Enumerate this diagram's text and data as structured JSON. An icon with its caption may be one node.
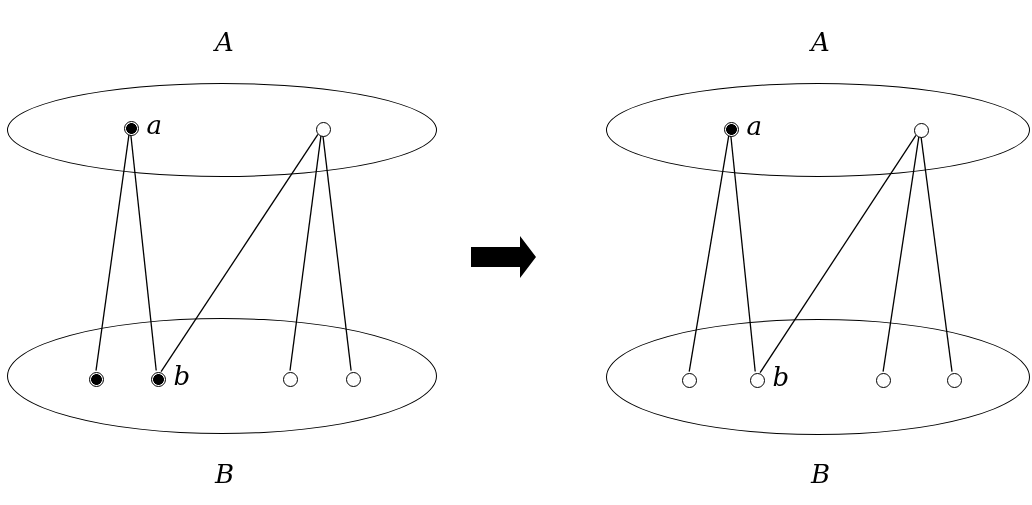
{
  "diagram": {
    "nodes": [
      {
        "text": [
          "A"
        ]
      },
      {
        "text": [],
        "shape": "circle",
        "beside": [
          "a"
        ],
        "in": 0
      },
      {
        "text": [],
        "shape": "circle",
        "in": 0
      },
      {
        "text": [
          "B"
        ]
      },
      {
        "text": [],
        "shape": "circle",
        "in": 3
      },
      {
        "text": [],
        "shape": "circle",
        "beside": [
          "b"
        ],
        "in": 3
      },
      {
        "text": [],
        "shape": "circle",
        "in": 3
      },
      {
        "text": [],
        "shape": "circle",
        "in": 3
      },
      {
        "text": [
          "A"
        ]
      },
      {
        "text": [],
        "shape": "circle",
        "beside": [
          "a"
        ],
        "in": 8
      },
      {
        "text": [],
        "shape": "circle",
        "in": 8
      },
      {
        "text": [
          "B"
        ]
      },
      {
        "text": [],
        "shape": "circle",
        "in": 11
      },
      {
        "text": [],
        "shape": "circle",
        "beside": [
          "b"
        ],
        "in": 11
      },
      {
        "text": [],
        "shape": "circle",
        "in": 11
      },
      {
        "text": [],
        "shape": "circle",
        "in": 11
      }
    ],
    "edges": [
      {
        "from": 1,
        "to": 4,
        "arrow": "none"
      },
      {
        "from": 1,
        "to": 5,
        "arrow": "none"
      },
      {
        "from": 2,
        "to": 5,
        "arrow": "none"
      },
      {
        "from": 2,
        "to": 6,
        "arrow": "none"
      },
      {
        "from": 2,
        "to": 7,
        "arrow": "none"
      },
      {
        "from": 9,
        "to": 12,
        "arrow": "none"
      },
      {
        "from": 9,
        "to": 13,
        "arrow": "none"
      },
      {
        "from": 10,
        "to": 13,
        "arrow": "none"
      },
      {
        "from": 10,
        "to": 14,
        "arrow": "none"
      },
      {
        "from": 10,
        "to": 15,
        "arrow": "none"
      }
    ]
  }
}
